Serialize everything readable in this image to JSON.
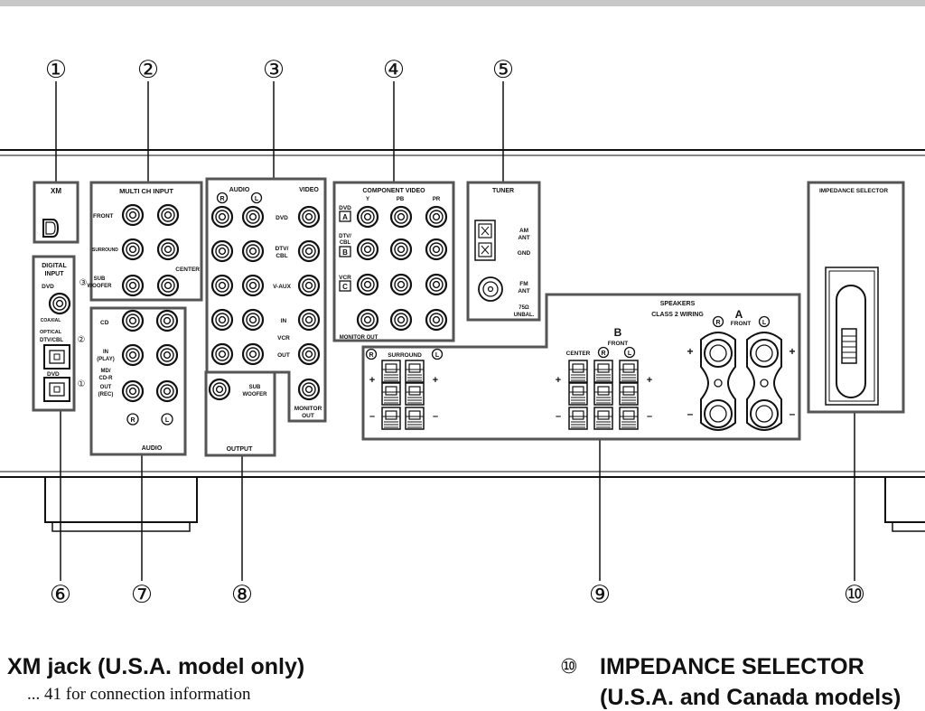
{
  "callouts": [
    "①",
    "②",
    "③",
    "④",
    "⑤",
    "⑥",
    "⑦",
    "⑧",
    "⑨",
    "⑩"
  ],
  "panels": {
    "xm": "XM",
    "multi_ch": {
      "title": "MULTI CH INPUT",
      "front": "FRONT",
      "surround": "SURROUND",
      "sub_woofer": [
        "SUB",
        "WOOFER"
      ],
      "center": "CENTER"
    },
    "digital": {
      "title": [
        "DIGITAL",
        "INPUT"
      ],
      "dvd": "DVD",
      "coaxial": "COAXIAL",
      "optical": "OPTICAL",
      "dtv_cbl": "DTV/CBL",
      "dvd2": "DVD",
      "n3": "③",
      "n2": "②",
      "n1": "①"
    },
    "audio_in": {
      "cd": "CD",
      "in_play": [
        "IN",
        "(PLAY)"
      ],
      "md_cdr": [
        "MD/",
        "CD-R"
      ],
      "out_rec": [
        "OUT",
        "(REC)"
      ],
      "r": "R",
      "l": "L",
      "footer": "AUDIO"
    },
    "av": {
      "audio": "AUDIO",
      "video": "VIDEO",
      "r": "R",
      "l": "L",
      "dvd": "DVD",
      "dtv_cbl": [
        "DTV/",
        "CBL"
      ],
      "vaux": "V-AUX",
      "vcr_in": "IN",
      "vcr": "VCR",
      "vcr_out": "OUT",
      "monitor_out": [
        "MONITOR",
        "OUT"
      ]
    },
    "output": {
      "sub_woofer": [
        "SUB",
        "WOOFER"
      ],
      "footer": "OUTPUT"
    },
    "component": {
      "title": "COMPONENT VIDEO",
      "y": "Y",
      "pb": "PB",
      "pr": "PR",
      "dvd": "DVD",
      "a": "A",
      "dtv_cbl": [
        "DTV/",
        "CBL"
      ],
      "b": "B",
      "vcr": "VCR",
      "c": "C",
      "monitor_out": "MONITOR OUT"
    },
    "tuner": {
      "title": "TUNER",
      "am_ant": [
        "AM",
        "ANT"
      ],
      "gnd": "GND",
      "fm_ant": [
        "FM",
        "ANT"
      ],
      "unbal": [
        "75Ω",
        "UNBAL."
      ]
    },
    "speakers": {
      "title": "SPEAKERS",
      "wiring": "CLASS 2 WIRING",
      "surround": "SURROUND",
      "center": "CENTER",
      "b": "B",
      "a": "A",
      "front": "FRONT",
      "r": "R",
      "l": "L",
      "plus": "+",
      "minus": "–"
    },
    "impedance": {
      "title": "IMPEDANCE SELECTOR"
    }
  },
  "captions": {
    "left_title": "XM jack (U.S.A. model only)",
    "left_sub": "... 41 for connection information",
    "right_num": "⑩",
    "right_title": "IMPEDANCE SELECTOR",
    "right_sub": "(U.S.A. and Canada models)"
  }
}
